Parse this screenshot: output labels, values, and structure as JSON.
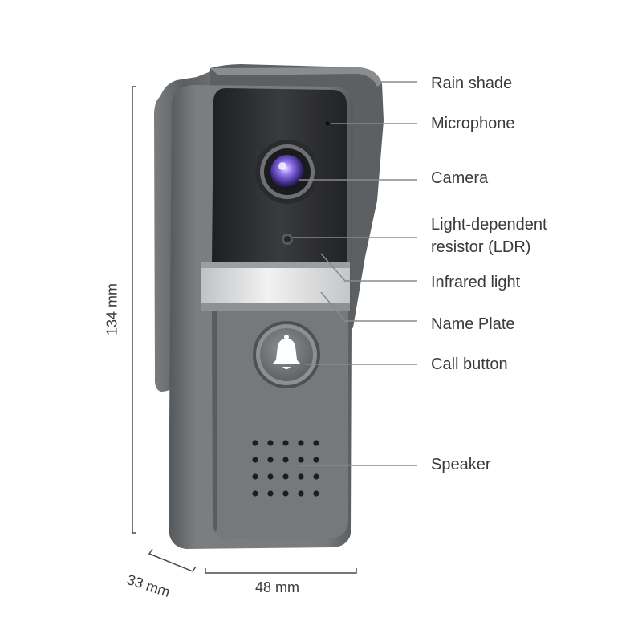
{
  "labels": {
    "rain_shade": "Rain shade",
    "microphone": "Microphone",
    "camera": "Camera",
    "ldr_line1": "Light-dependent",
    "ldr_line2": "resistor (LDR)",
    "infrared": "Infrared light",
    "name_plate": "Name Plate",
    "call_button": "Call button",
    "speaker": "Speaker"
  },
  "dimensions": {
    "height": "134 mm",
    "depth": "33 mm",
    "width": "48 mm"
  },
  "colors": {
    "body": "#6f7275",
    "shade": "#65686b",
    "front_dark": "#2c2d30",
    "lens": "#7a5fd6",
    "plate": "#d8d9da",
    "leader": "#8a8a8a"
  },
  "icons": {
    "call_button": "bell-icon"
  }
}
